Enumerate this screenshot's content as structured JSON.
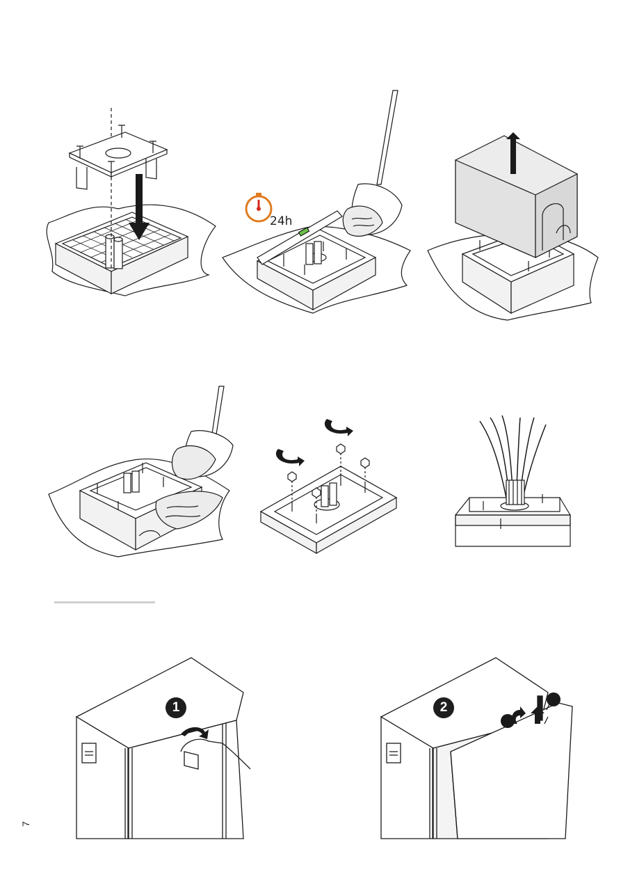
{
  "timer": {
    "label": "24h"
  },
  "steps": {
    "one": "1",
    "two": "2"
  },
  "page": {
    "number": "7"
  }
}
